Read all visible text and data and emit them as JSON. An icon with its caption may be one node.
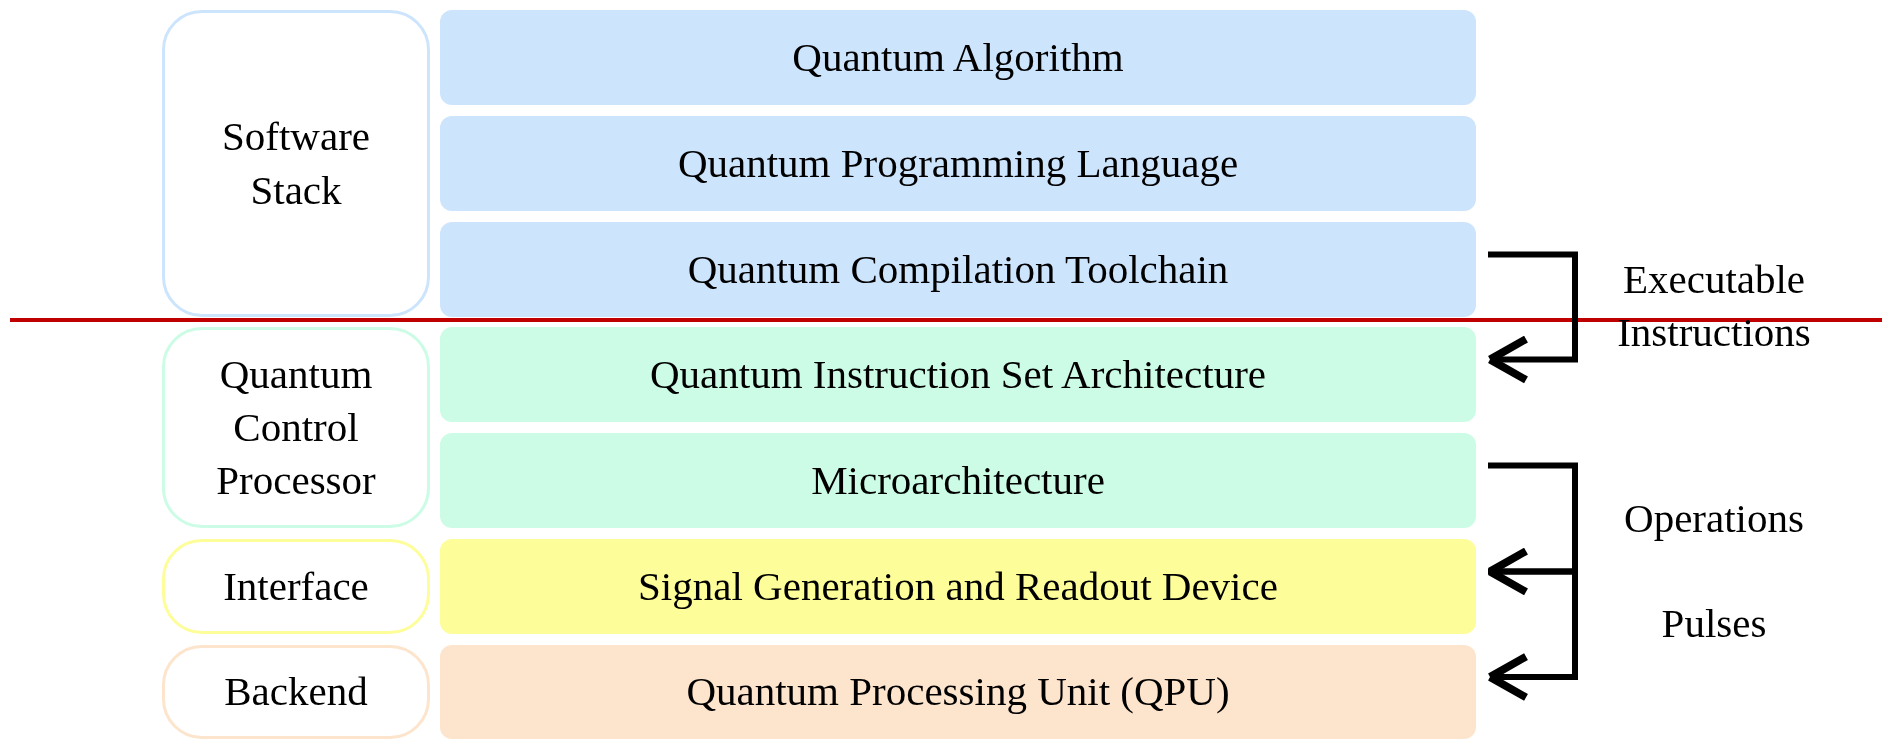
{
  "diagram": {
    "nodes": [
      {
        "text": [
          "Software Stack"
        ]
      },
      {
        "text": [
          "Quantum Algorithm"
        ]
      },
      {
        "text": [
          "Quantum Programming Language"
        ]
      },
      {
        "text": [
          "Quantum Compilation Toolchain"
        ]
      },
      {
        "text": [
          "Quantum Control Processor"
        ]
      },
      {
        "text": [
          "Quantum Instruction Set Architecture"
        ]
      },
      {
        "text": [
          "Microarchitecture"
        ]
      },
      {
        "text": [
          "Interface"
        ]
      },
      {
        "text": [
          "Signal Generation and Readout Device"
        ]
      },
      {
        "text": [
          "Backend"
        ]
      },
      {
        "text": [
          "Quantum Processing Unit (QPU)"
        ]
      }
    ],
    "edges": [
      {
        "from": 3,
        "to": 5,
        "arrow": "to",
        "label": "Executable Instructions"
      },
      {
        "from": 6,
        "to": 8,
        "arrow": "to",
        "label": "Operations"
      },
      {
        "from": 8,
        "to": 10,
        "arrow": "to",
        "label": "Pulses"
      }
    ]
  }
}
